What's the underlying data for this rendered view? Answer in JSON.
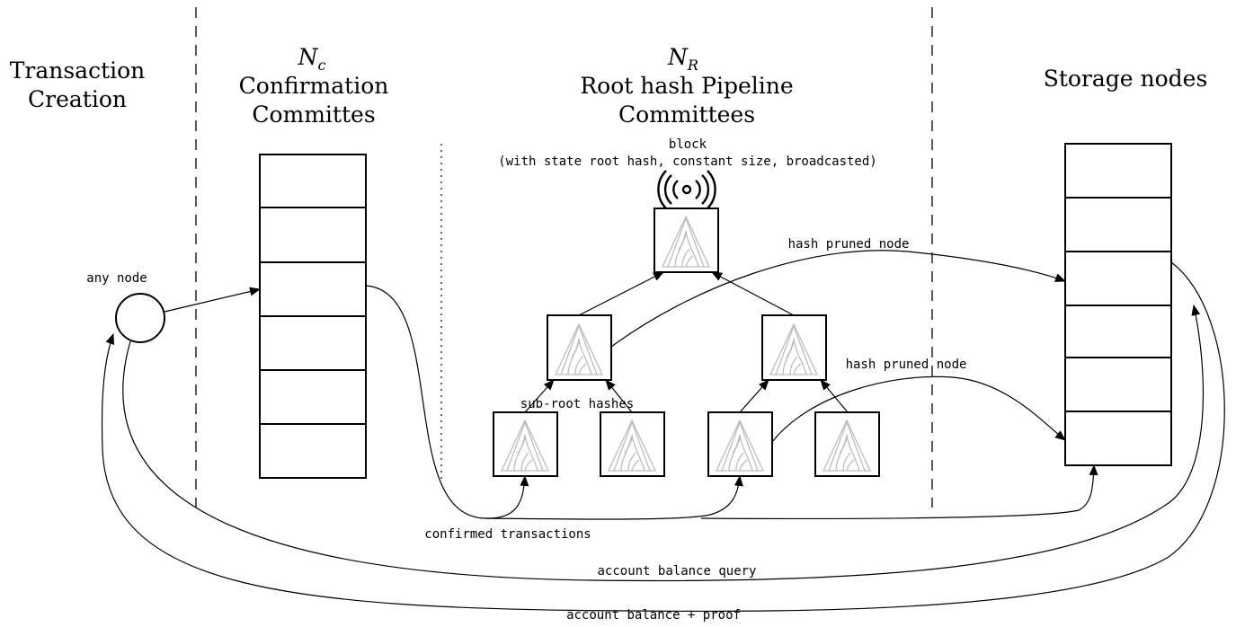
{
  "columns": {
    "transaction_creation": [
      "Transaction",
      "Creation"
    ],
    "confirmation": {
      "symbol": "N",
      "subscript": "c",
      "lines": [
        "Confirmation",
        "Committes"
      ]
    },
    "root_hash": {
      "symbol": "N",
      "subscript": "R",
      "lines": [
        "Root hash Pipeline",
        "Committees"
      ]
    },
    "storage": "Storage nodes"
  },
  "labels": {
    "any_node": "any node",
    "block_line1": "block",
    "block_line2": "(with state root hash, constant size, broadcasted)",
    "hash_pruned_top": "hash pruned node",
    "hash_pruned_right": "hash pruned node",
    "sub_root": "sub-root hashes",
    "confirmed": "confirmed transactions",
    "balance_query": "account balance query",
    "balance_proof": "account balance + proof"
  },
  "icons": {
    "broadcast": "broadcast-icon",
    "merkle": "merkle-tree-icon"
  },
  "colors": {
    "stroke": "#000000",
    "tree_icon": "#bdbdbd"
  }
}
